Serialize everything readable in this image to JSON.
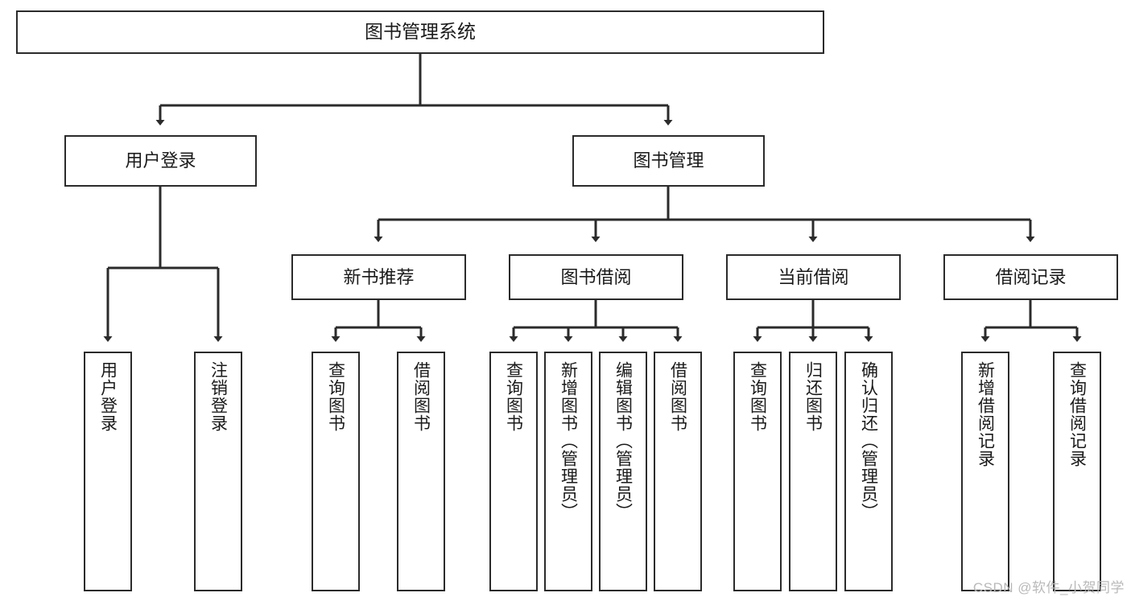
{
  "diagram": {
    "title": "图书管理系统",
    "type": "tree",
    "stroke_color": "#2b2b2b",
    "fill_color": "#ffffff",
    "text_color": "#1a1a1a",
    "watermark": "CSDN @软件_小贺同学",
    "root": {
      "label": "图书管理系统"
    },
    "level1": [
      {
        "label": "用户登录"
      },
      {
        "label": "图书管理"
      }
    ],
    "level2": [
      {
        "label": "新书推荐"
      },
      {
        "label": "图书借阅"
      },
      {
        "label": "当前借阅"
      },
      {
        "label": "借阅记录"
      }
    ],
    "leaves": {
      "user_login": [
        {
          "label": "用户登录"
        },
        {
          "label": "注销登录"
        }
      ],
      "new_book_recommend": [
        {
          "label": "查询图书"
        },
        {
          "label": "借阅图书"
        }
      ],
      "book_borrow": [
        {
          "label": "查询图书"
        },
        {
          "label": "新增图书（管理员）"
        },
        {
          "label": "编辑图书（管理员）"
        },
        {
          "label": "借阅图书"
        }
      ],
      "current_borrow": [
        {
          "label": "查询图书"
        },
        {
          "label": "归还图书"
        },
        {
          "label": "确认归还（管理员）"
        }
      ],
      "borrow_record": [
        {
          "label": "新增借阅记录"
        },
        {
          "label": "查询借阅记录"
        }
      ]
    }
  }
}
